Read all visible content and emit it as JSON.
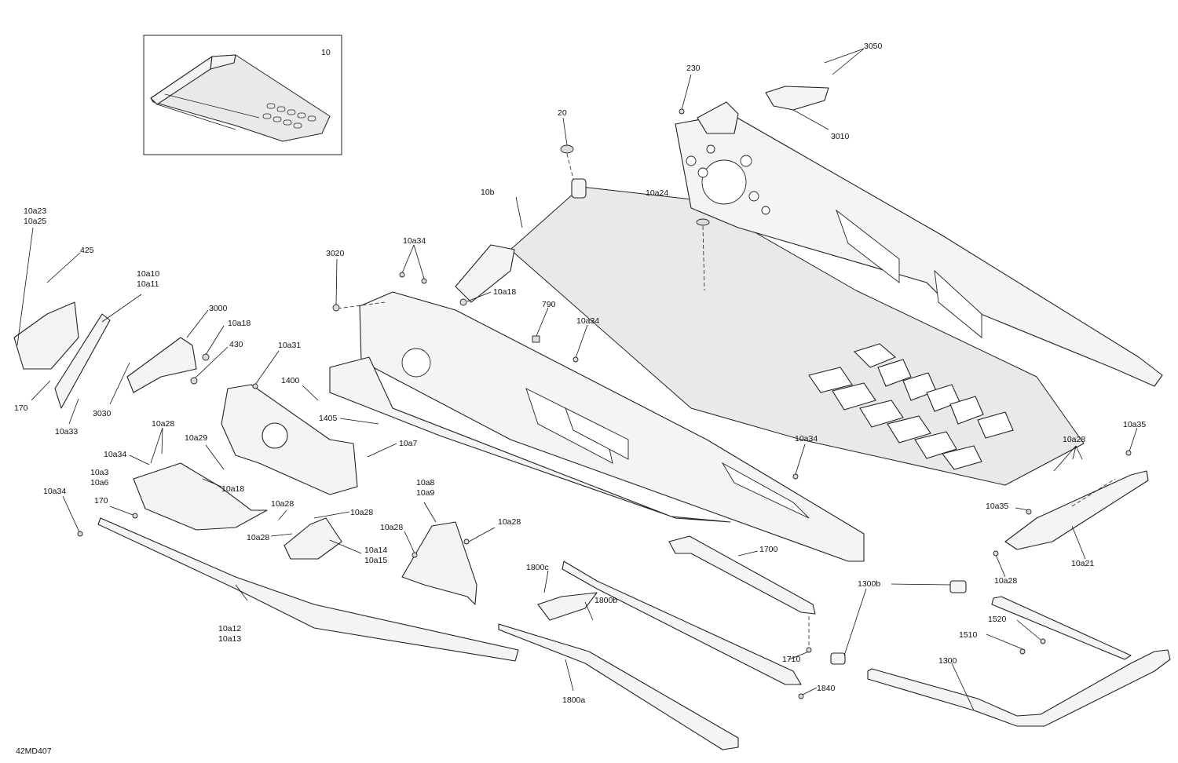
{
  "diagram": {
    "code": "42MD407",
    "inset_label": "10",
    "callouts": [
      "10",
      "10b",
      "20",
      "230",
      "3050",
      "3010",
      "10a24",
      "10a23\n10a25",
      "425",
      "10a10\n10a11",
      "3000",
      "10a18",
      "430",
      "170",
      "3030",
      "10a33",
      "3020",
      "10a34",
      "10a18",
      "790",
      "10a34",
      "10a31",
      "1400",
      "1405",
      "10a7",
      "10a28",
      "10a29",
      "10a34",
      "10a3\n10a6",
      "10a18",
      "10a34",
      "170",
      "10a28",
      "10a28",
      "10a14\n10a15",
      "10a8\n10a9",
      "10a28",
      "10a28",
      "10a12\n10a13",
      "10a34",
      "1700",
      "1800c",
      "1800b",
      "1710",
      "1840",
      "1800a",
      "10a28",
      "10a35",
      "10a35",
      "10a21",
      "10a28",
      "1300b",
      "1520",
      "1510",
      "1300"
    ]
  }
}
